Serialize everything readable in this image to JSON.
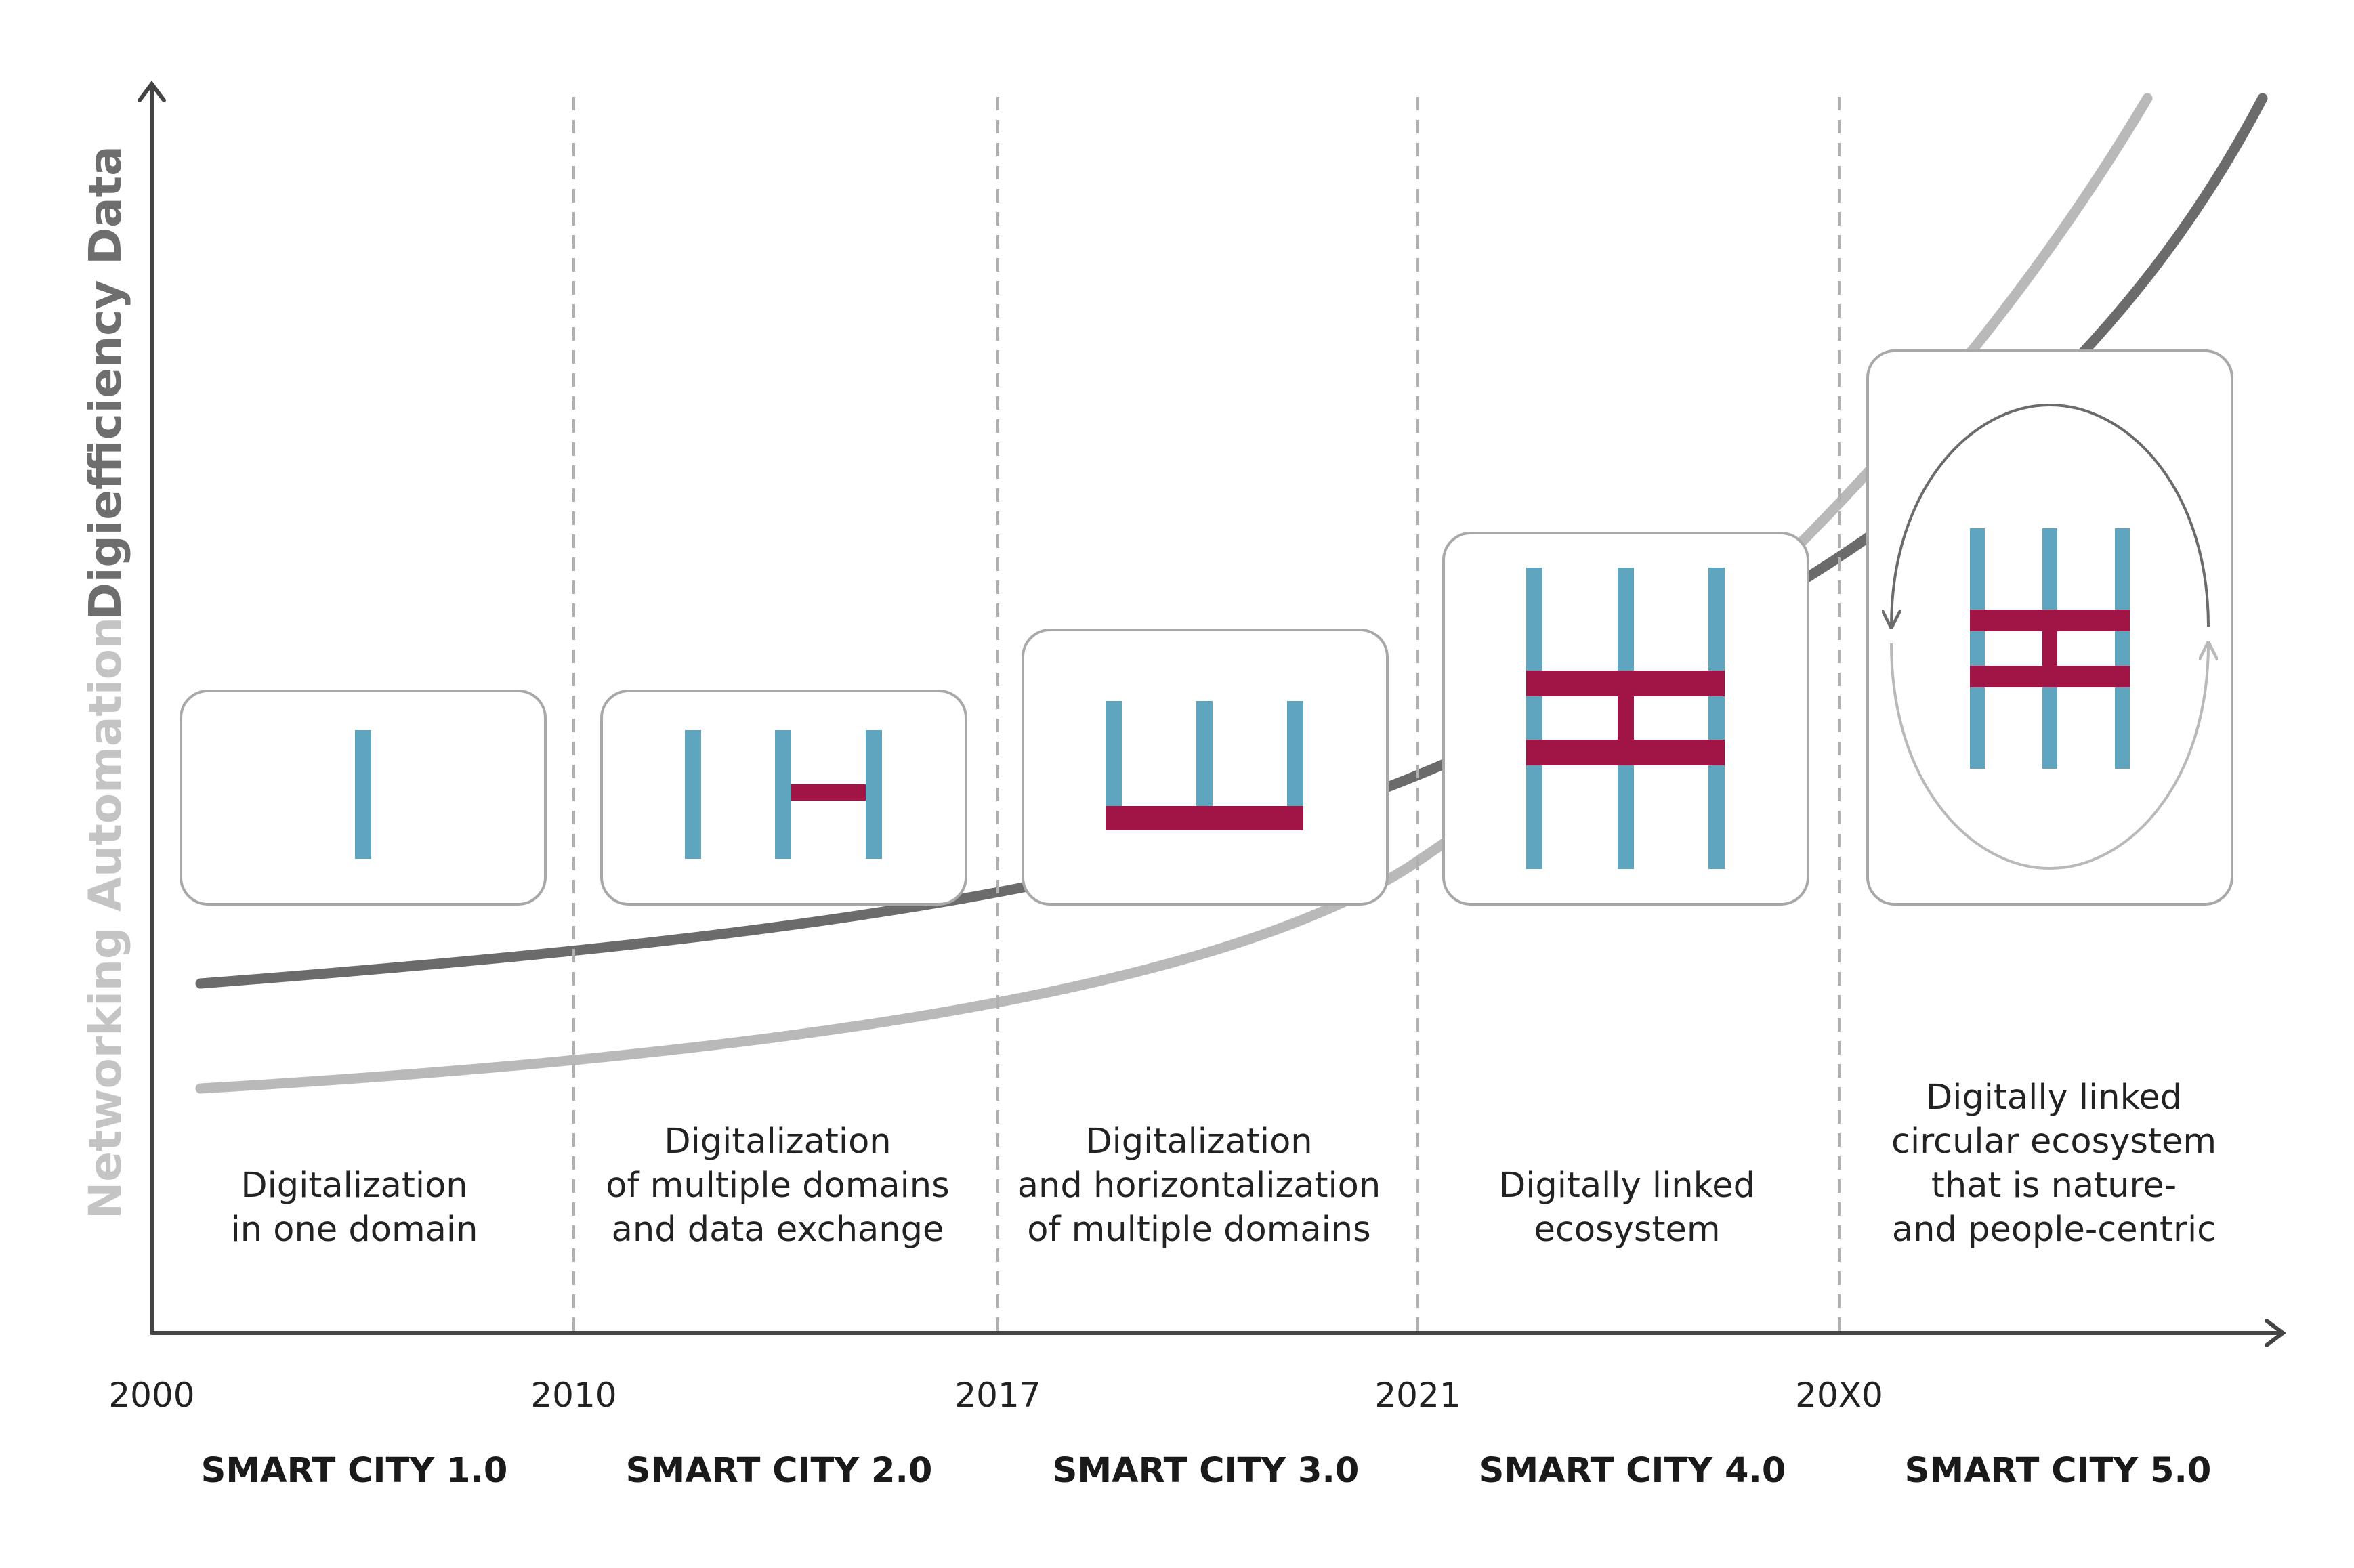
{
  "axes": {
    "y_label_automation": "Networking Automation",
    "y_label_data": "Digiefficiency Data"
  },
  "colors": {
    "axis": "#444444",
    "dark_curve": "#6b6b6b",
    "light_curve": "#b9b9b9",
    "domain_bar": "#5fa5c0",
    "link_bar": "#a01446",
    "card_border": "#a8a8a8"
  },
  "stages": [
    {
      "year": "2000",
      "title": "SMART CITY 1.0",
      "description": [
        "Digitalization",
        "in one domain"
      ]
    },
    {
      "year": "2010",
      "title": "SMART CITY 2.0",
      "description": [
        "Digitalization",
        "of multiple domains",
        "and data exchange"
      ]
    },
    {
      "year": "2017",
      "title": "SMART CITY 3.0",
      "description": [
        "Digitalization",
        "and horizontalization",
        "of multiple domains"
      ]
    },
    {
      "year": "2021",
      "title": "SMART CITY 4.0",
      "description": [
        "Digitally linked",
        "ecosystem"
      ]
    },
    {
      "year": "20X0",
      "title": "SMART CITY 5.0",
      "description": [
        "Digitally linked",
        "circular ecosystem",
        "that is nature-",
        "and people-centric"
      ]
    }
  ]
}
